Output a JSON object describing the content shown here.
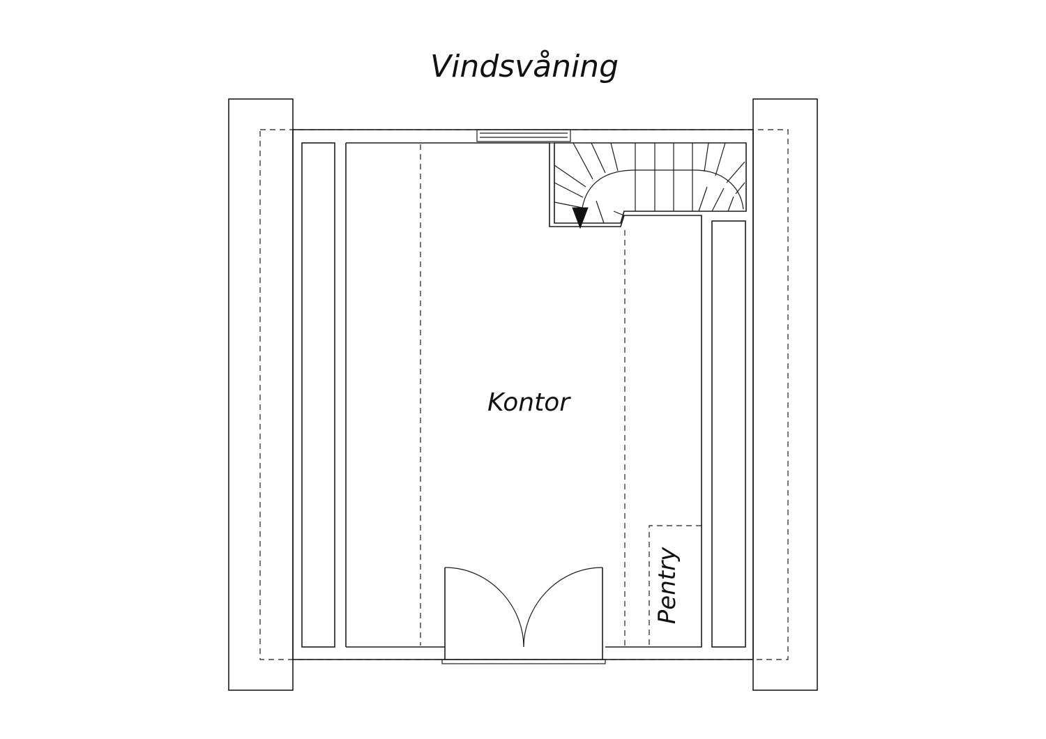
{
  "plan": {
    "title": "Vindsvåning",
    "rooms": {
      "office": "Kontor",
      "kitchenette": "Pentry"
    }
  },
  "colors": {
    "line": "#1a1a1a",
    "background": "#ffffff"
  }
}
